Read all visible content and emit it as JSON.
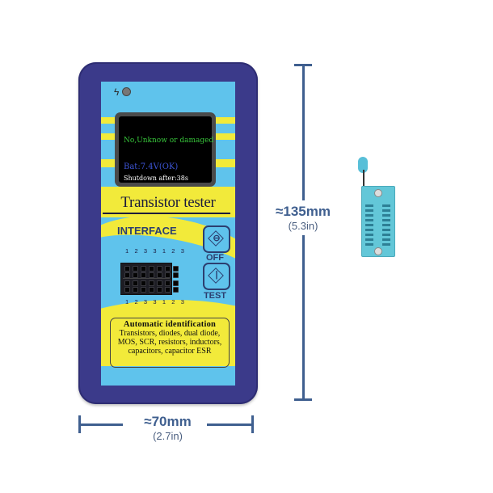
{
  "product": {
    "screen": {
      "line1": "No,Unknow or damaged",
      "line2": "Bat:7.4V(OK)",
      "line3": "Shutdown after:38s"
    },
    "title": "Transistor tester",
    "interface_label": "INTERFACE",
    "pin_labels_top": "1 2 3 3 1 2 3",
    "pin_labels_bottom": "1 2 3 3 1 2 3",
    "buttons": {
      "off": {
        "label": "OFF",
        "glyph": "⊖"
      },
      "test": {
        "label": "TEST",
        "glyph": "|"
      }
    },
    "info_box": {
      "heading": "Automatic identification",
      "lines": [
        "Transistors, diodes, dual diode,",
        "MOS, SCR, resistors, inductors,",
        "capacitors, capacitor ESR"
      ]
    },
    "icons": {
      "power": "lightning-icon",
      "indicator": "led-indicator"
    }
  },
  "dimensions": {
    "height": {
      "metric": "≈135mm",
      "imperial": "(5.3in)"
    },
    "width": {
      "metric": "≈70mm",
      "imperial": "(2.7in)"
    }
  },
  "colors": {
    "device_body": "#3b3a8a",
    "panel_blue": "#5fc3ec",
    "panel_yellow": "#f2ea3a",
    "dimension_line": "#3f5f8f",
    "socket": "#63c7d8"
  }
}
